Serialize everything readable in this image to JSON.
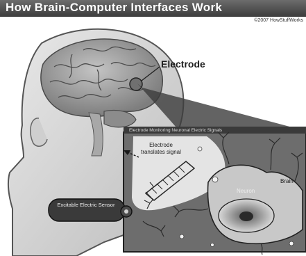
{
  "header": {
    "title": "How Brain-Computer Interfaces Work",
    "copyright": "©2007 HowStuffWorks"
  },
  "labels": {
    "electrode": "Electrode",
    "inset_title": "Electrode Monitoring Neuronal Electric Signals",
    "signal": "Electrode translates signal",
    "neuron": "Neuron",
    "brain": "Brain",
    "sensor": "Excitable Electric Sensor"
  },
  "colors": {
    "title_bar": "#4a4a4a",
    "skin": "#d4d4d4",
    "brain": "#9a9a9a",
    "inset_bg": "#6a6a6a",
    "neuron_body": "#c8c8c8"
  }
}
